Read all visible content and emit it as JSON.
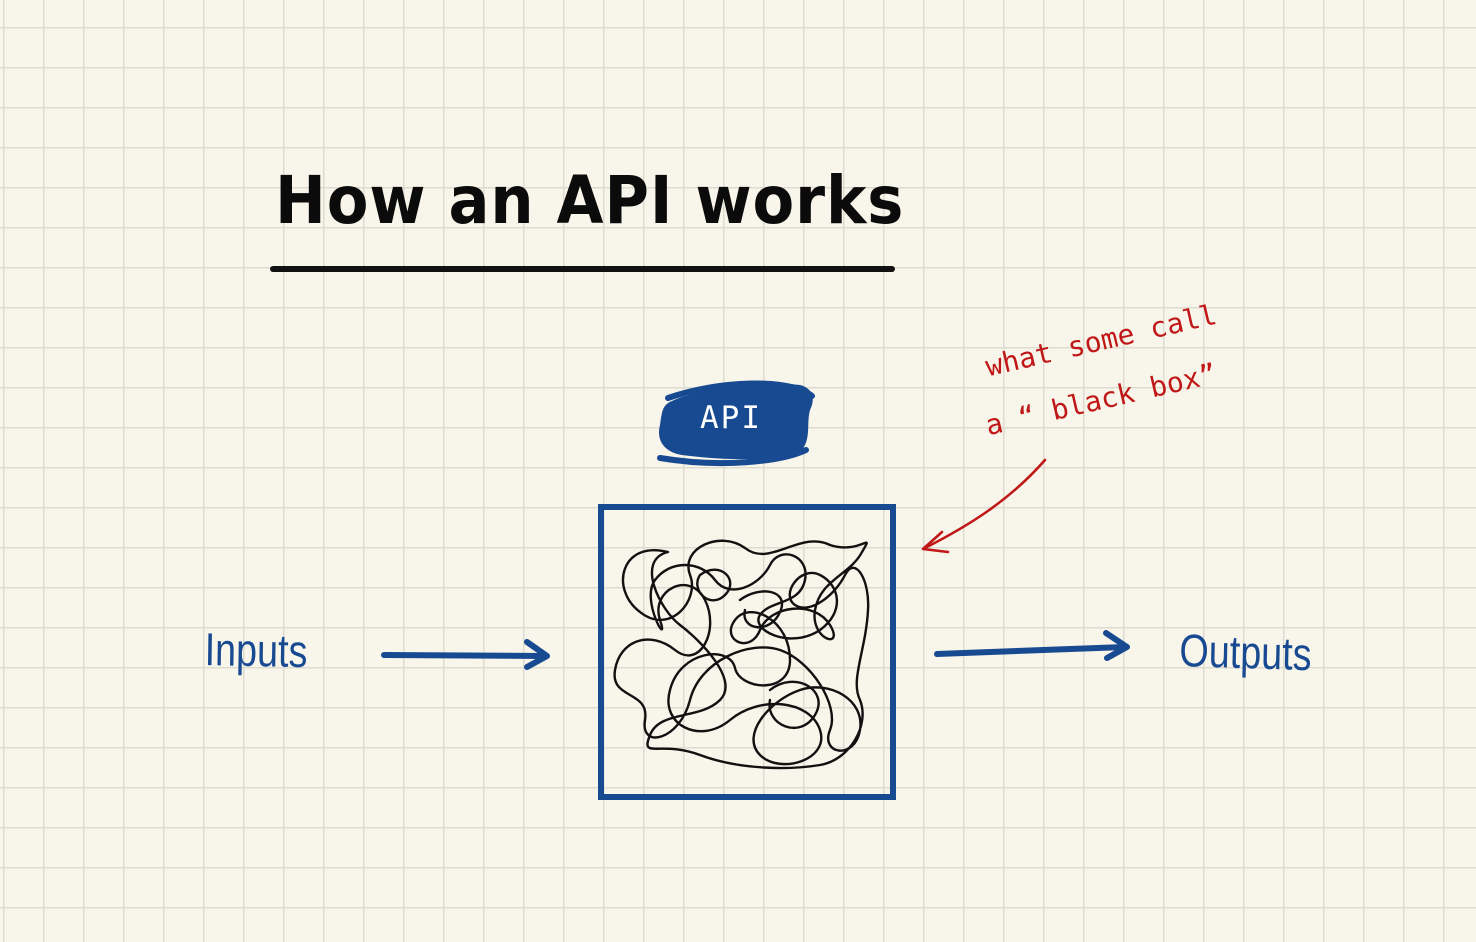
{
  "title": "How an API works",
  "api_label": "API",
  "inputs_label": "Inputs",
  "outputs_label": "Outputs",
  "annotation": {
    "line1": "what some call",
    "line2": "a “ black box”"
  },
  "colors": {
    "background": "#f8f5ea",
    "grid": "#dedbd0",
    "ink_black": "#111111",
    "ink_blue": "#184a92",
    "ink_red": "#c01818"
  }
}
